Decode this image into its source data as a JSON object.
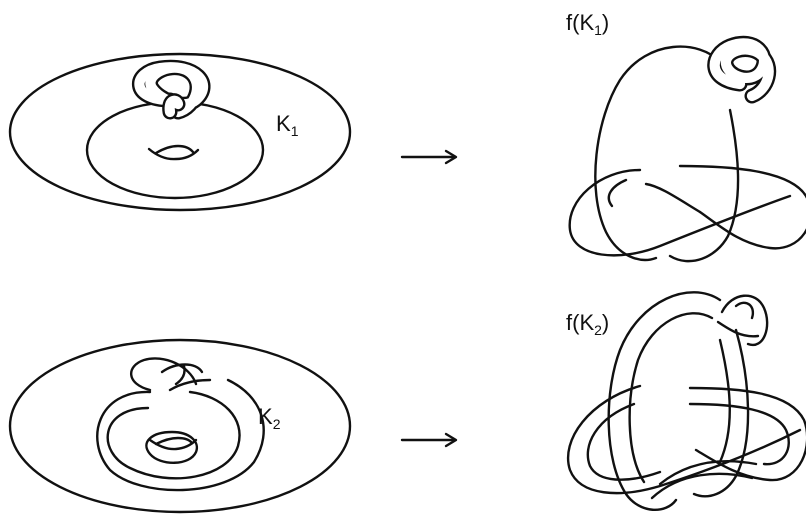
{
  "figure": {
    "labels": {
      "k1": {
        "main": "K",
        "sub": "1"
      },
      "k2": {
        "main": "K",
        "sub": "2"
      },
      "fk1": {
        "prefix": "f(K",
        "sub": "1",
        "suffix": ")"
      },
      "fk2": {
        "prefix": "f(K",
        "sub": "2",
        "suffix": ")"
      }
    },
    "colors": {
      "ink": "#111111",
      "paper": "#ffffff"
    }
  }
}
